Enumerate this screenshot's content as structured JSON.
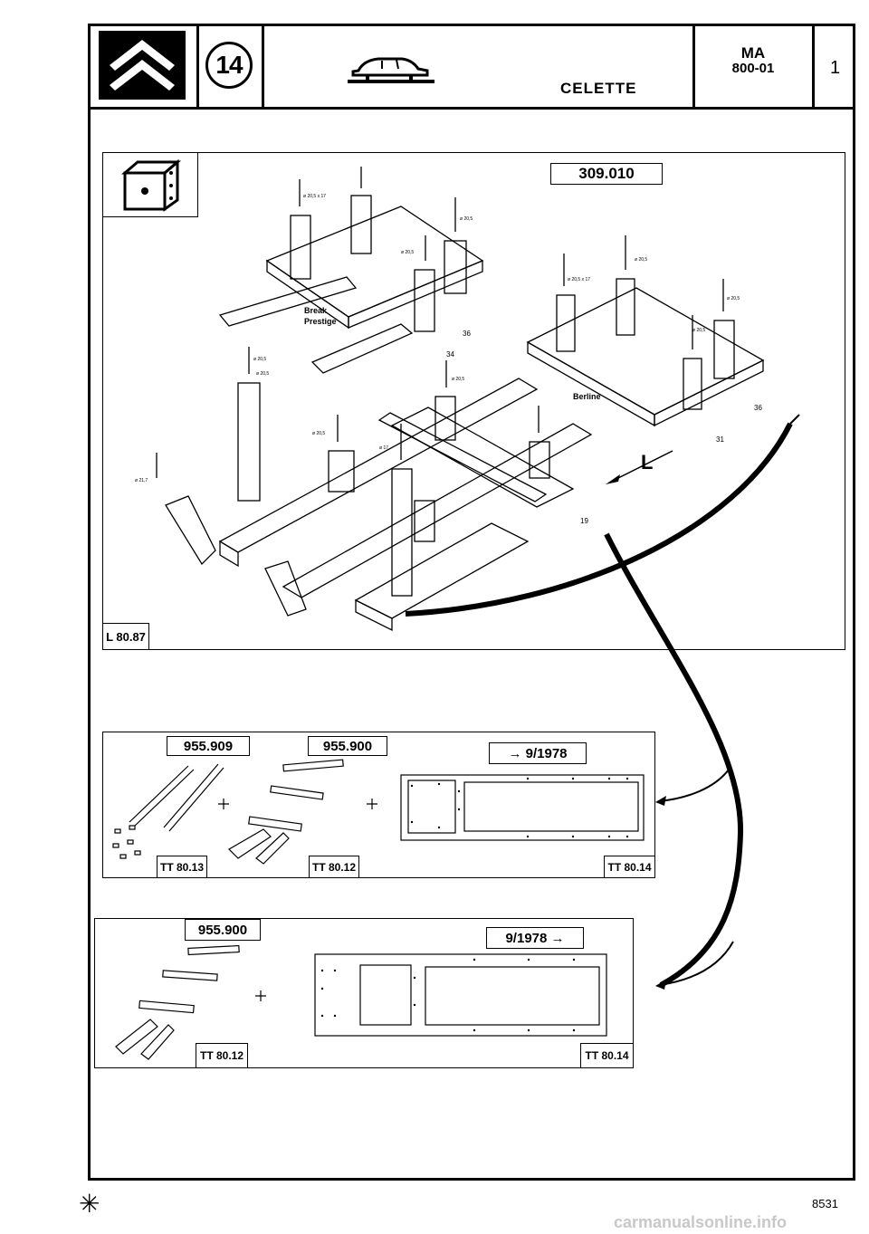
{
  "header": {
    "section_number": "14",
    "title": "CELETTE",
    "manual_code_line1": "MA",
    "manual_code_line2": "800-01",
    "page_number": "1"
  },
  "main_diagram": {
    "reference": "309.010",
    "tool_code": "L 80.87",
    "label_break": "Break",
    "label_prestige": "Prestige",
    "label_berline": "Berline",
    "direction_label": "L",
    "callouts": [
      "36",
      "34",
      "36",
      "31",
      "19"
    ],
    "dims": [
      "ø 20,5 x 17",
      "ø 20,5",
      "ø 20,5",
      "ø 20,5",
      "ø 20,5 x 17",
      "ø 20,5",
      "ø 20,5",
      "ø 20,5",
      "ø 20,5",
      "ø 20,5",
      "ø 20,5",
      "ø 17",
      "ø 21,7"
    ]
  },
  "kit_before": {
    "ref_a": "955.909",
    "ref_b": "955.900",
    "date": "→ 9/1978",
    "tool_a": "TT 80.13",
    "tool_b": "TT 80.12",
    "tool_c": "TT 80.14"
  },
  "kit_after": {
    "ref": "955.900",
    "date": "9/1978 →",
    "tool_a": "TT 80.12",
    "tool_b": "TT 80.14"
  },
  "footer": {
    "page_code": "8531",
    "watermark": "carmanualsonline.info"
  }
}
